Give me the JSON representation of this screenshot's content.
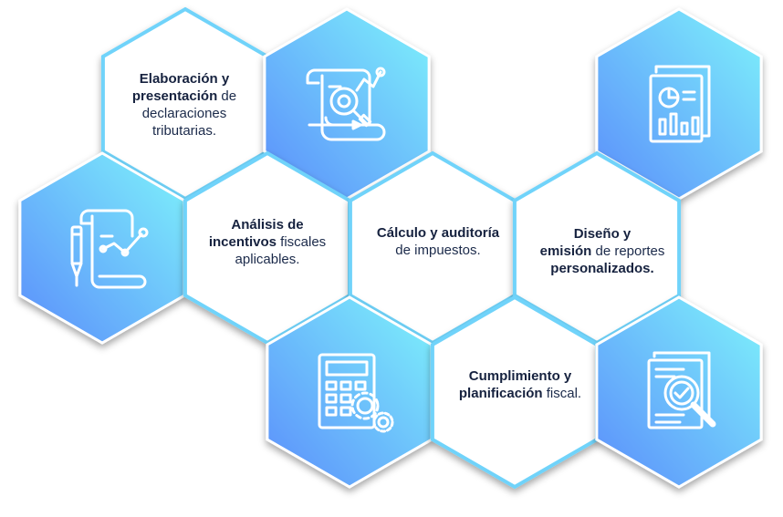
{
  "colors": {
    "blue_dark": "#5b8dfb",
    "blue_light": "#7ef3fb",
    "stroke": "#4f7cf0",
    "text": "#1b2a4a"
  },
  "hexagons": [
    {
      "kind": "text",
      "parts": [
        {
          "t": "Elaboración y",
          "b": true
        },
        {
          "t": "presentación",
          "b": true
        },
        {
          "t": " de",
          "b": false
        },
        {
          "t": "declaraciones",
          "b": false
        },
        {
          "t": "tributarias.",
          "b": false
        }
      ]
    },
    {
      "kind": "icon",
      "icon": "document-analysis-icon"
    },
    {
      "kind": "icon",
      "icon": "report-chart-icon"
    },
    {
      "kind": "icon",
      "icon": "pen-graph-document-icon"
    },
    {
      "kind": "text",
      "parts": [
        {
          "t": "Análisis de",
          "b": true
        },
        {
          "t": "incentivos",
          "b": true
        },
        {
          "t": " fiscales",
          "b": false
        },
        {
          "t": "aplicables.",
          "b": false
        }
      ]
    },
    {
      "kind": "text",
      "parts": [
        {
          "t": "Cálculo y auditoría",
          "b": true
        },
        {
          "t": "de impuestos.",
          "b": false
        }
      ]
    },
    {
      "kind": "text",
      "parts": [
        {
          "t": "Diseño y",
          "b": true
        },
        {
          "t": "emisión",
          "b": true
        },
        {
          "t": " de reportes",
          "b": false
        },
        {
          "t": "personalizados.",
          "b": true
        }
      ]
    },
    {
      "kind": "icon",
      "icon": "calculator-gears-icon"
    },
    {
      "kind": "text",
      "parts": [
        {
          "t": "Cumplimiento y",
          "b": true
        },
        {
          "t": "planificación",
          "b": true
        },
        {
          "t": " fiscal.",
          "b": false
        }
      ]
    },
    {
      "kind": "icon",
      "icon": "document-check-magnifier-icon"
    }
  ]
}
